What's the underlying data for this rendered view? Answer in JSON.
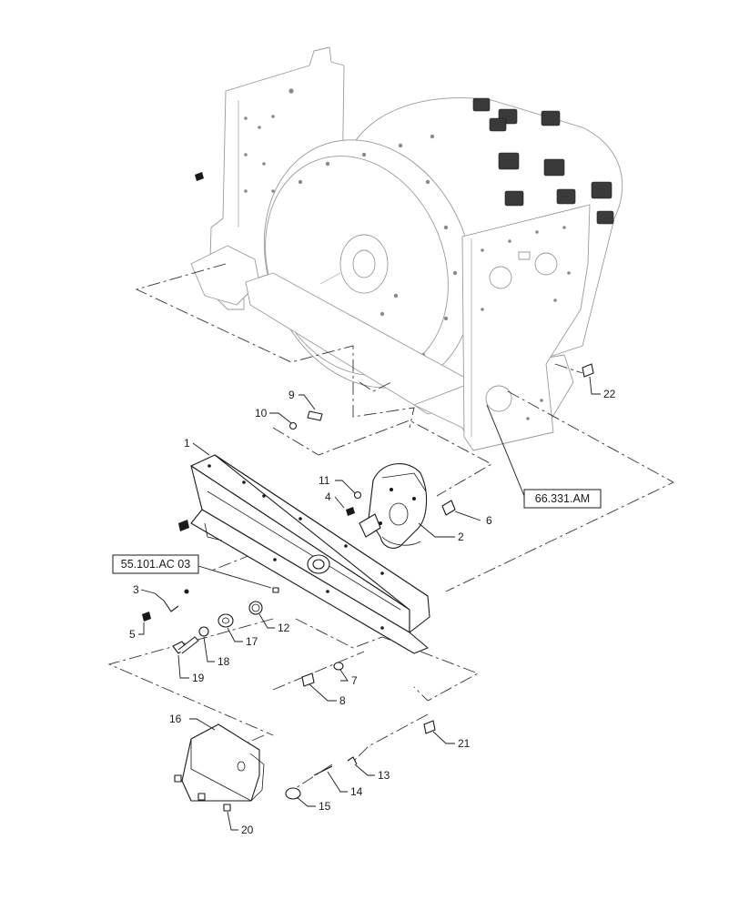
{
  "callouts": [
    "1",
    "2",
    "3",
    "4",
    "5",
    "6",
    "7",
    "8",
    "9",
    "10",
    "11",
    "12",
    "13",
    "14",
    "15",
    "16",
    "17",
    "18",
    "19",
    "20",
    "21",
    "22"
  ],
  "references": {
    "ref_66": "66.331.AM",
    "ref_55": "55.101.AC 03"
  }
}
